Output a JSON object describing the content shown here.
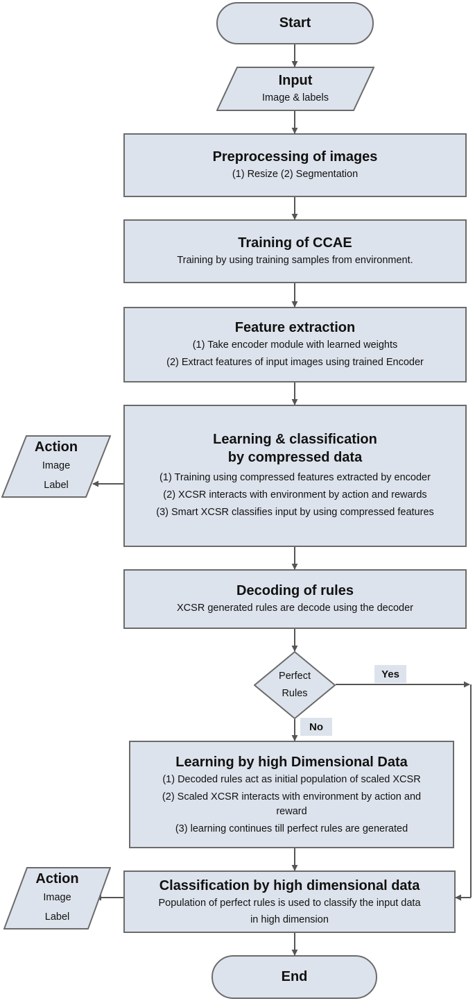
{
  "start": "Start",
  "input": {
    "title": "Input",
    "sub": "Image & labels"
  },
  "preprocessing": {
    "title": "Preprocessing of images",
    "lines": [
      "(1) Resize (2) Segmentation"
    ]
  },
  "training": {
    "title": "Training of CCAE",
    "lines": [
      "Training by using training samples from environment."
    ]
  },
  "feature": {
    "title": "Feature extraction",
    "lines": [
      "(1) Take encoder module with learned weights",
      "(2) Extract features of input images using trained Encoder"
    ]
  },
  "learning": {
    "title_lines": [
      "Learning & classification",
      "by compressed data"
    ],
    "lines": [
      "(1) Training using compressed features extracted by encoder",
      "(2) XCSR interacts with environment by action and rewards",
      "(3) Smart XCSR classifies input by using compressed features"
    ]
  },
  "decoding": {
    "title": "Decoding of rules",
    "lines": [
      "XCSR generated rules are decode using the decoder"
    ]
  },
  "decision": {
    "lines": [
      "Perfect",
      "Rules"
    ],
    "yes": "Yes",
    "no": "No"
  },
  "high_learning": {
    "title": "Learning by high Dimensional Data",
    "lines": [
      "(1) Decoded rules act as initial population of scaled XCSR",
      "(2) Scaled XCSR interacts with environment by action and",
      "reward",
      "(3) learning continues till perfect rules are generated"
    ]
  },
  "high_class": {
    "title": "Classification by high dimensional data",
    "lines": [
      "Population of perfect rules is used to classify the input data",
      "in high dimension"
    ]
  },
  "action1": {
    "title": "Action",
    "lines": [
      "Image",
      "Label"
    ]
  },
  "action2": {
    "title": "Action",
    "lines": [
      "Image",
      "Label"
    ]
  },
  "end": "End",
  "colors": {
    "fill": "#dde3ec",
    "stroke": "#6b6b6b",
    "arrow": "#555555"
  }
}
